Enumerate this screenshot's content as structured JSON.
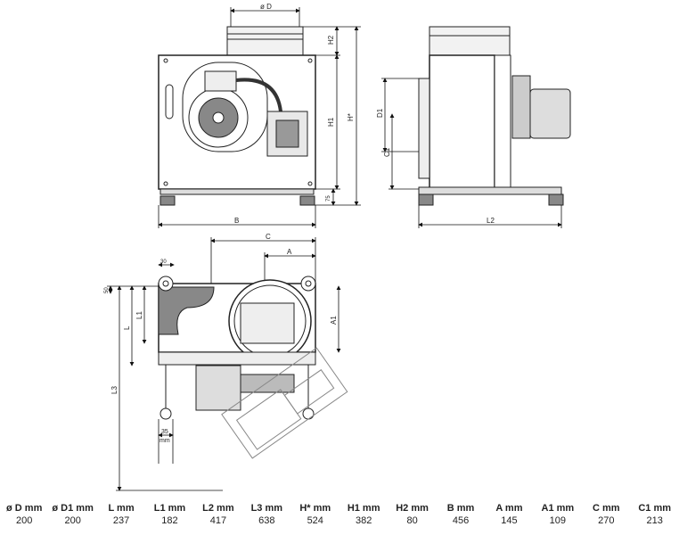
{
  "drawing": {
    "labels": {
      "od": "ø D",
      "h2": "H2",
      "h1": "H1",
      "hstar": "H*",
      "h75": "75",
      "b": "B",
      "d1": "D1",
      "c1": "C1",
      "l2": "L2",
      "c": "C",
      "a": "A",
      "d30": "30",
      "d50": "50",
      "a1": "A1",
      "l": "L",
      "l1": "L1",
      "l3": "L3",
      "d35": "35",
      "mm": "mm"
    }
  },
  "table": {
    "columns": [
      {
        "header": "ø D mm",
        "value": "200"
      },
      {
        "header": "ø D1 mm",
        "value": "200"
      },
      {
        "header": "L mm",
        "value": "237"
      },
      {
        "header": "L1 mm",
        "value": "182"
      },
      {
        "header": "L2 mm",
        "value": "417"
      },
      {
        "header": "L3 mm",
        "value": "638"
      },
      {
        "header": "H* mm",
        "value": "524"
      },
      {
        "header": "H1 mm",
        "value": "382"
      },
      {
        "header": "H2 mm",
        "value": "80"
      },
      {
        "header": "B mm",
        "value": "456"
      },
      {
        "header": "A mm",
        "value": "145"
      },
      {
        "header": "A1 mm",
        "value": "109"
      },
      {
        "header": "C mm",
        "value": "270"
      },
      {
        "header": "C1 mm",
        "value": "213"
      }
    ]
  }
}
